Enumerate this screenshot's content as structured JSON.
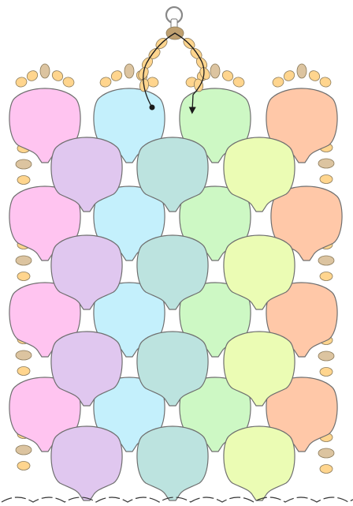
{
  "colors": {
    "pink": "#ffc4f0",
    "blue": "#c4f0fc",
    "green": "#cdf8c4",
    "peach": "#ffc8a8",
    "lavender": "#e0c7ef",
    "teal": "#bce3df",
    "lime": "#ebfcb4",
    "bead_orange": "#ffd58e",
    "bead_tan": "#dcc4a0",
    "ring": "#888888",
    "thread": "#1a1a1a",
    "wave": "#333333"
  },
  "diagram": {
    "odd_row_colors": [
      "pink",
      "blue",
      "green",
      "peach"
    ],
    "even_row_colors": [
      "lavender",
      "teal",
      "lime"
    ],
    "odd_rows": 4,
    "even_rows": 4,
    "has_hanging_ring": true,
    "has_thread_path": true,
    "has_wavy_bottom_edge": true
  },
  "icons": {
    "ring": "hanging-ring-icon",
    "needle_arrow": "arrow-down-icon",
    "thread_start": "thread-start-dot-icon"
  }
}
